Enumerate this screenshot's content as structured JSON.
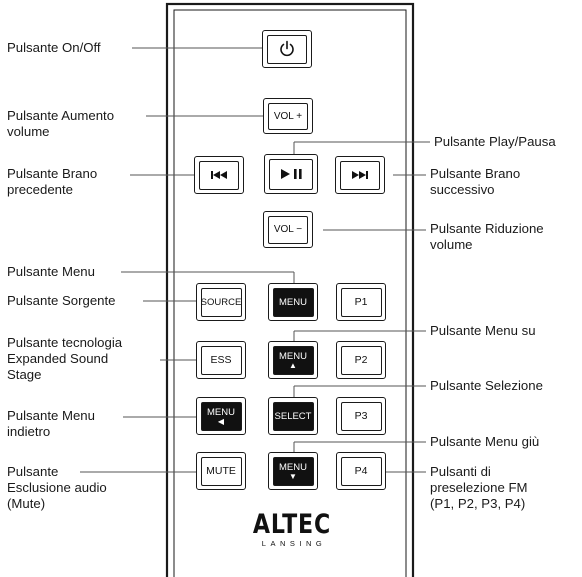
{
  "labels": {
    "on_off": "Pulsante On/Off",
    "vol_up": [
      "Pulsante Aumento",
      "volume"
    ],
    "play_pause": "Pulsante Play/Pausa",
    "prev": [
      "Pulsante Brano",
      "precedente"
    ],
    "next": [
      "Pulsante Brano",
      "successivo"
    ],
    "vol_down": [
      "Pulsante Riduzione",
      "volume"
    ],
    "menu": "Pulsante Menu",
    "source": "Pulsante Sorgente",
    "menu_up": "Pulsante Menu su",
    "ess": [
      "Pulsante tecnologia",
      "Expanded Sound",
      "Stage"
    ],
    "select": "Pulsante Selezione",
    "menu_back": [
      "Pulsante Menu",
      "indietro"
    ],
    "menu_down": "Pulsante Menu giù",
    "mute": [
      "Pulsante",
      "Esclusione audio",
      "(Mute)"
    ],
    "presets": [
      "Pulsanti di",
      "preselezione FM",
      "(P1, P2, P3, P4)"
    ]
  },
  "buttons": {
    "vol_up": "VOL +",
    "vol_down": "VOL −",
    "source": "SOURCE",
    "menu": "MENU",
    "p1": "P1",
    "ess": "ESS",
    "menu_up": "MENU",
    "p2": "P2",
    "menu_back": "MENU",
    "select": "SELECT",
    "p3": "P3",
    "mute": "MUTE",
    "menu_down": "MENU",
    "p4": "P4"
  },
  "icons": {
    "power": "power-icon",
    "prev": "skip-previous-icon",
    "play_pause": "play-pause-icon",
    "next": "skip-next-icon",
    "arrow_up": "▲",
    "arrow_left": "◀",
    "arrow_down": "▼"
  },
  "brand": {
    "name": "ALTEC",
    "sub": "LANSING"
  }
}
